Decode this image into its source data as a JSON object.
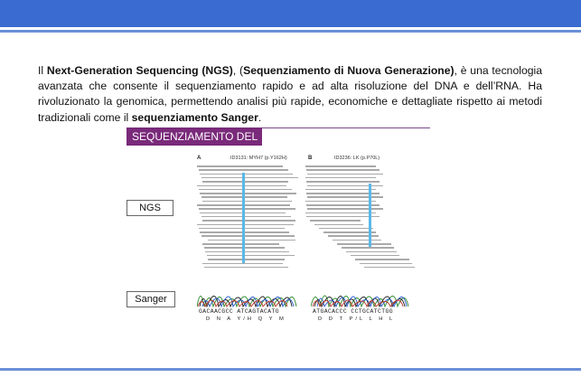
{
  "paragraph": {
    "p1": "Il ",
    "ngs_bold": "Next-Generation Sequencing (NGS)",
    "p2": ", (",
    "it_bold": "Sequenziamento di Nuova Generazione)",
    "p3": ", è una tecnologia avanzata che consente il sequenziamento rapido e ad alta risoluzione del DNA e dell’RNA. Ha rivoluzionato la genomica, permettendo analisi più rapide, economiche e dettagliate rispetto ai metodi tradizionali come il ",
    "sanger_bold": "sequenziamento Sanger",
    "p4": "."
  },
  "figure": {
    "banner": "SEQUENZIAMENTO DEL DNA",
    "label_ngs": "NGS",
    "label_sanger": "Sanger",
    "panel_a_letter": "A",
    "panel_a_title": "ID3131: MYH7 (p.Y162H)",
    "panel_b_letter": "B",
    "panel_b_title": "ID3236: LK (p.P70L)",
    "sanger_a_bases": "GACAACGCC ATCAGTACATG",
    "sanger_a_aa": "D N A Y/H Q Y M",
    "sanger_b_bases": "ATGACACCC CCTGCATCTGG",
    "sanger_b_aa": "D D T P/L L H L"
  },
  "colors": {
    "header": "#3a6bd0",
    "rule": "#6a8fd8",
    "banner": "#7a2a7a",
    "highlight": "#5ab8e6"
  }
}
